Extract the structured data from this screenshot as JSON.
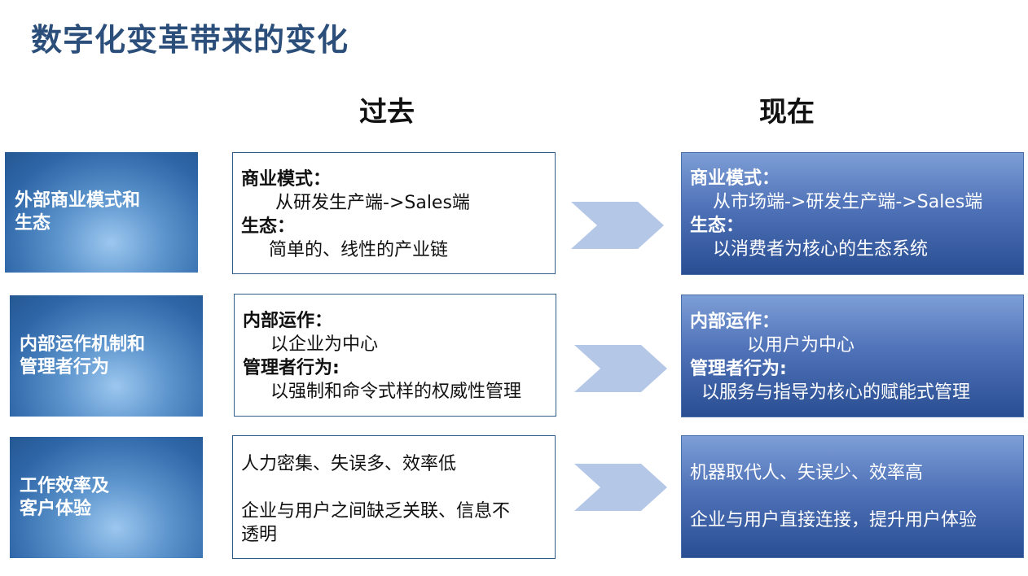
{
  "title": "数字化变革带来的变化",
  "columns": {
    "past": "过去",
    "now": "现在"
  },
  "rows": [
    {
      "category": [
        "外部商业模式和",
        "生态"
      ],
      "past": [
        {
          "text": "商业模式：",
          "bold": true,
          "indent": 0
        },
        {
          "text": "从研发生产端->Sales端",
          "bold": false,
          "indent": 42
        },
        {
          "text": "生态：",
          "bold": true,
          "indent": 0
        },
        {
          "text": "简单的、线性的产业链",
          "bold": false,
          "indent": 34
        }
      ],
      "now": [
        {
          "text": "商业模式：",
          "bold": true,
          "indent": 0
        },
        {
          "text": "从市场端->研发生产端->Sales端",
          "bold": false,
          "indent": 28
        },
        {
          "text": "生态：",
          "bold": true,
          "indent": 0
        },
        {
          "text": "以消费者为核心的生态系统",
          "bold": false,
          "indent": 28
        }
      ]
    },
    {
      "category": [
        "内部运作机制和",
        "管理者行为"
      ],
      "past": [
        {
          "text": "内部运作：",
          "bold": true,
          "indent": 0
        },
        {
          "text": "以企业为中心",
          "bold": false,
          "indent": 34
        },
        {
          "text": "管理者行为:",
          "bold": true,
          "indent": 0
        },
        {
          "text": "以强制和命令式样的权威性管理",
          "bold": false,
          "indent": 34
        }
      ],
      "now": [
        {
          "text": "内部运作：",
          "bold": true,
          "indent": 0
        },
        {
          "text": "以用户为中心",
          "bold": false,
          "indent": 70
        },
        {
          "text": "管理者行为:",
          "bold": true,
          "indent": 0
        },
        {
          "text": "以服务与指导为核心的赋能式管理",
          "bold": false,
          "indent": 14
        }
      ]
    },
    {
      "category": [
        "工作效率及",
        "客户体验"
      ],
      "past": [
        {
          "text": "人力密集、失误多、效率低",
          "bold": false,
          "indent": 0
        },
        {
          "text": "",
          "bold": false,
          "indent": 0
        },
        {
          "text": "企业与用户之间缺乏关联、信息不",
          "bold": false,
          "indent": 0
        },
        {
          "text": "透明",
          "bold": false,
          "indent": 0
        }
      ],
      "now": [
        {
          "text": "机器取代人、失误少、效率高",
          "bold": false,
          "indent": 0
        },
        {
          "text": "",
          "bold": false,
          "indent": 0
        },
        {
          "text": "企业与用户直接连接，提升用户体验",
          "bold": false,
          "indent": 0
        }
      ]
    }
  ],
  "colors": {
    "title": "#2b4f7a",
    "arrow": "#b4c7e7",
    "border": "#2f5d8a"
  }
}
